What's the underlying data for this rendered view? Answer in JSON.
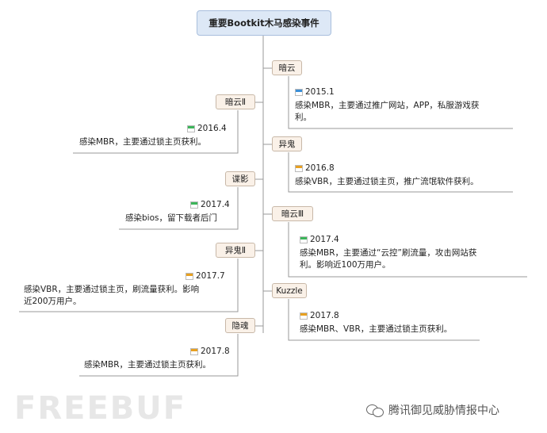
{
  "root": {
    "title": "重要Bootkit木马感染事件"
  },
  "events": [
    {
      "id": "anyun",
      "name": "暗云",
      "date": "2015.1",
      "desc": [
        "感染MBR，主要通过推广网站，APP，私服游戏获",
        "利。"
      ],
      "flag_color": "#3a8fd8"
    },
    {
      "id": "yigui",
      "name": "异鬼",
      "date": "2016.8",
      "desc": [
        "感染VBR，主要通过锁主页，推广流氓软件获利。"
      ],
      "flag_color": "#e8a020"
    },
    {
      "id": "anyun3",
      "name": "暗云Ⅲ",
      "date": "2017.4",
      "desc": [
        "感染MBR，主要通过“云控”刷流量，攻击网站获",
        "利。影响近100万用户。"
      ],
      "flag_color": "#3cb55a"
    },
    {
      "id": "kuzzle",
      "name": "Kuzzle",
      "date": "2017.8",
      "desc": [
        "感染MBR、VBR，主要通过锁主页获利。"
      ],
      "flag_color": "#e8a020"
    },
    {
      "id": "anyun2",
      "name": "暗云Ⅱ",
      "date": "2016.4",
      "desc": [
        "感染MBR，主要通过锁主页获利。"
      ],
      "flag_color": "#3cb55a"
    },
    {
      "id": "dieying",
      "name": "谍影",
      "date": "2017.4",
      "desc": [
        "感染bios，留下载者后门"
      ],
      "flag_color": "#3cb55a"
    },
    {
      "id": "yigui2",
      "name": "异鬼Ⅱ",
      "date": "2017.7",
      "desc": [
        "感染VBR，主要通过锁主页，刷流量获利。影响",
        "近200万用户。"
      ],
      "flag_color": "#e8a020"
    },
    {
      "id": "yinhun",
      "name": "隐魂",
      "date": "2017.8",
      "desc": [
        "感染MBR，主要通过锁主页获利。"
      ],
      "flag_color": "#e8a020"
    }
  ],
  "watermark": {
    "text": "FREEBUF"
  },
  "brand": {
    "text": "腾讯御见威胁情报中心"
  }
}
